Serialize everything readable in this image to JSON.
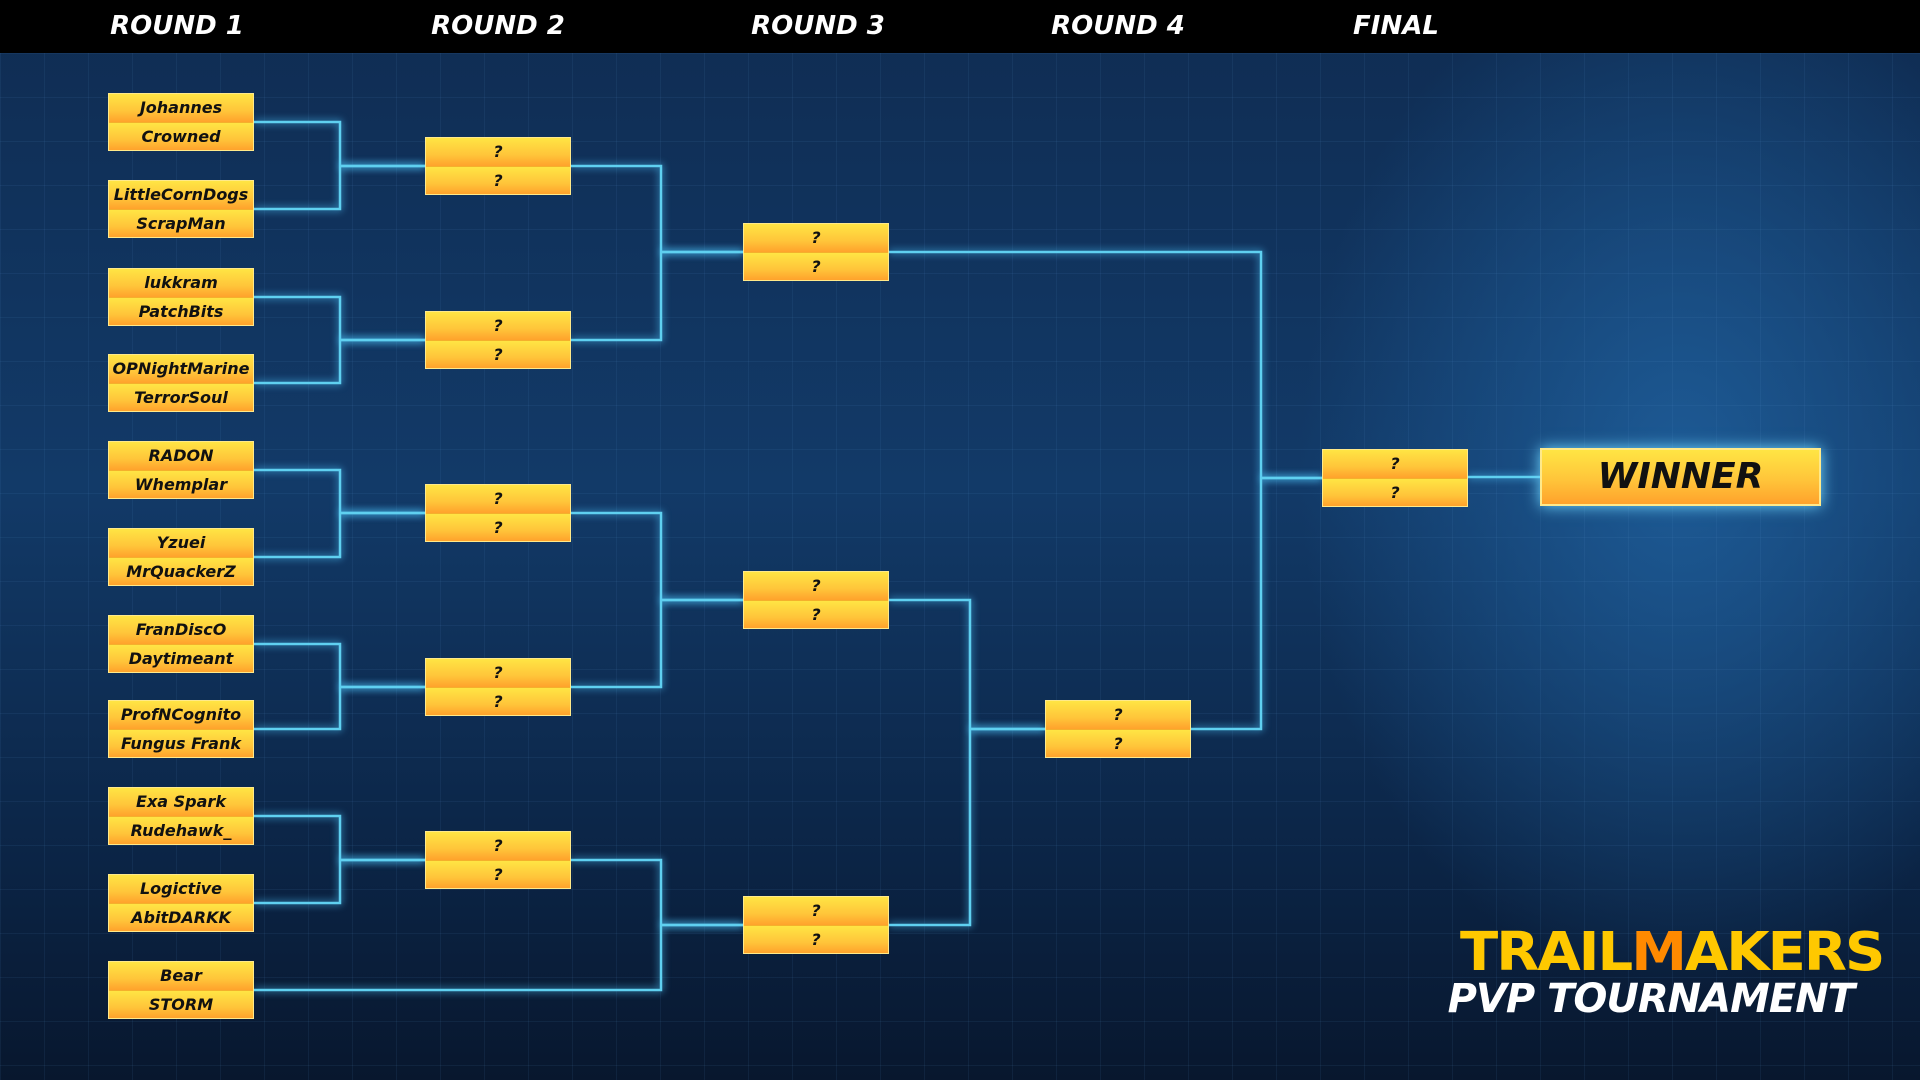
{
  "header": {
    "rounds": [
      "ROUND 1",
      "ROUND 2",
      "ROUND 3",
      "ROUND 4",
      "FINAL"
    ]
  },
  "round1": [
    [
      "Johannes",
      "Crowned"
    ],
    [
      "LittleCornDogs",
      "ScrapMan"
    ],
    [
      "lukkram",
      "PatchBits"
    ],
    [
      "OPNightMarine",
      "TerrorSoul"
    ],
    [
      "RADON",
      "Whemplar"
    ],
    [
      "Yzuei",
      "MrQuackerZ"
    ],
    [
      "FranDiscO",
      "Daytimeant"
    ],
    [
      "ProfNCognito",
      "Fungus Frank"
    ],
    [
      "Exa Spark",
      "Rudehawk_"
    ],
    [
      "Logictive",
      "AbitDARKK"
    ],
    [
      "Bear",
      "STORM"
    ]
  ],
  "round2": [
    [
      "?",
      "?"
    ],
    [
      "?",
      "?"
    ],
    [
      "?",
      "?"
    ],
    [
      "?",
      "?"
    ],
    [
      "?",
      "?"
    ]
  ],
  "round3": [
    [
      "?",
      "?"
    ],
    [
      "?",
      "?"
    ],
    [
      "?",
      "?"
    ]
  ],
  "round4": [
    [
      "?",
      "?"
    ]
  ],
  "final": [
    [
      "?",
      "?"
    ]
  ],
  "winner_label": "WINNER",
  "logo": {
    "brand_a": "TRAIL",
    "brand_b": "M",
    "brand_c": "AKERS",
    "subtitle": "PVP TOURNAMENT"
  },
  "colors": {
    "line": "#5fd0f0",
    "box_top": "#ffe544",
    "box_bottom": "#ffa22c"
  }
}
